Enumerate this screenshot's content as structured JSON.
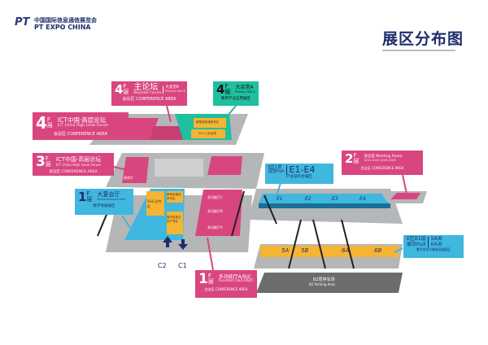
{
  "header": {
    "logo_mark": "PT",
    "logo_cn": "中国国际信息通信展览会",
    "logo_en": "PT EXPO CHINA",
    "title": "展区分布图"
  },
  "callouts": {
    "main_forum": {
      "floor": "4",
      "f": "F",
      "ceng": "层",
      "name": "主论坛",
      "name_en": "Keynote Forum",
      "name2": "大会堂B",
      "name2_en": "Plenary Hall B",
      "area": "会议区",
      "area_en": "CONFERENCE AREA"
    },
    "hall_a": {
      "floor": "4",
      "f": "F",
      "ceng": "层",
      "name": "大会堂A",
      "name_en": "Plenary Hall A",
      "area": "数字产业应用展区"
    },
    "ict_4f": {
      "floor": "4",
      "f": "F",
      "ceng": "层",
      "name": "ICT中国·高层论坛",
      "name_en": "ICT China High Level Forum",
      "area": "会议区",
      "area_en": "CONFERENCE AREA"
    },
    "ict_3f": {
      "floor": "3",
      "f": "F",
      "ceng": "层",
      "name": "ICT中国·高层论坛",
      "name_en": "ICT China High Level Forum",
      "area": "会议区",
      "area_en": "CONFERENCE AREA"
    },
    "banquet_1f": {
      "floor": "1",
      "f": "F",
      "ceng": "层",
      "name": "大宴会厅",
      "name_en": "Grand Banquet Hall",
      "area": "数字发展展区"
    },
    "function_1f": {
      "floor": "1",
      "f": "F",
      "ceng": "层",
      "name": "多功能厅A/B/C",
      "name_en": "Function Hall A/B/C",
      "area": "会议区",
      "area_en": "CONFERENCE AREA"
    },
    "e_1f": {
      "zone": "E区1层",
      "hall": "展馆Hall",
      "name": "E1-E4",
      "area": "产业链综合展区"
    },
    "meeting_2f": {
      "floor": "2",
      "f": "F",
      "ceng": "层",
      "name": "会议室",
      "name_en": "Meeting Room",
      "rooms": "S201-S202 S203-S205",
      "area": "会议区",
      "area_en": "CONFERENCE AREA"
    },
    "e_b1": {
      "zone": "E区B1层",
      "hall": "展馆Hall",
      "name1": "5A/B",
      "name2": "6A/B",
      "area": "数字技术与基础设施展区"
    }
  },
  "map": {
    "halls_e": [
      "E1",
      "E2",
      "E3",
      "E4"
    ],
    "halls_b1": [
      "5A",
      "5B",
      "6A",
      "6B"
    ],
    "function_rooms": [
      "多功能厅C",
      "多功能厅B",
      "多功能厅A"
    ],
    "banquet_zones": [
      "5G行业专区",
      "新型信息技术专区",
      "数字信息文化产专区"
    ],
    "hall_a_zones": [
      "新型信息消费专区",
      "5G+工业应用"
    ],
    "small_room": "贵宾厅",
    "parking": "B2层停车场",
    "parking_en": "B2 Parking Area",
    "entrances": [
      "C2",
      "C1"
    ]
  },
  "colors": {
    "pink": "#d9467f",
    "teal": "#1fbf9f",
    "blue": "#3fb7df",
    "orange": "#f5b532",
    "navy": "#1f2d6b",
    "grey": "#b5b6b8"
  }
}
